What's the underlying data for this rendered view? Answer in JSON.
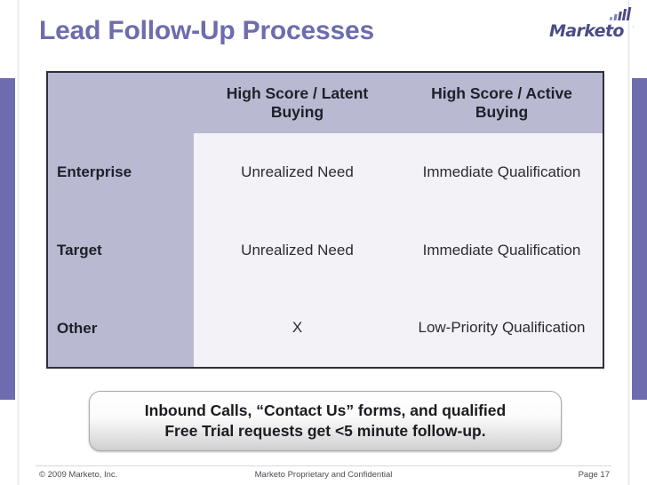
{
  "slide": {
    "title": "Lead Follow-Up Processes",
    "accent_color": "#6c6cae",
    "header_fill": "#b9b9d2",
    "cell_fill": "#f2f2f7"
  },
  "logo": {
    "wordmark": "Marketo",
    "trademark": "·",
    "icon": "ascending-bars-icon"
  },
  "matrix": {
    "corner_label": "",
    "columns": [
      "High Score / Latent Buying",
      "High Score / Active Buying"
    ],
    "rows": [
      {
        "label": "Enterprise",
        "cells": [
          "Unrealized Need",
          "Immediate Qualification"
        ]
      },
      {
        "label": "Target",
        "cells": [
          "Unrealized Need",
          "Immediate Qualification"
        ]
      },
      {
        "label": "Other",
        "cells": [
          "X",
          "Low-Priority Qualification"
        ]
      }
    ]
  },
  "callout": {
    "line1": "Inbound Calls, “Contact Us” forms, and qualified",
    "line2": "Free Trial requests get <5 minute follow-up."
  },
  "footer": {
    "copyright": "© 2009 Marketo, Inc.",
    "confidentiality": "Marketo Proprietary and Confidential",
    "page": "Page 17"
  }
}
